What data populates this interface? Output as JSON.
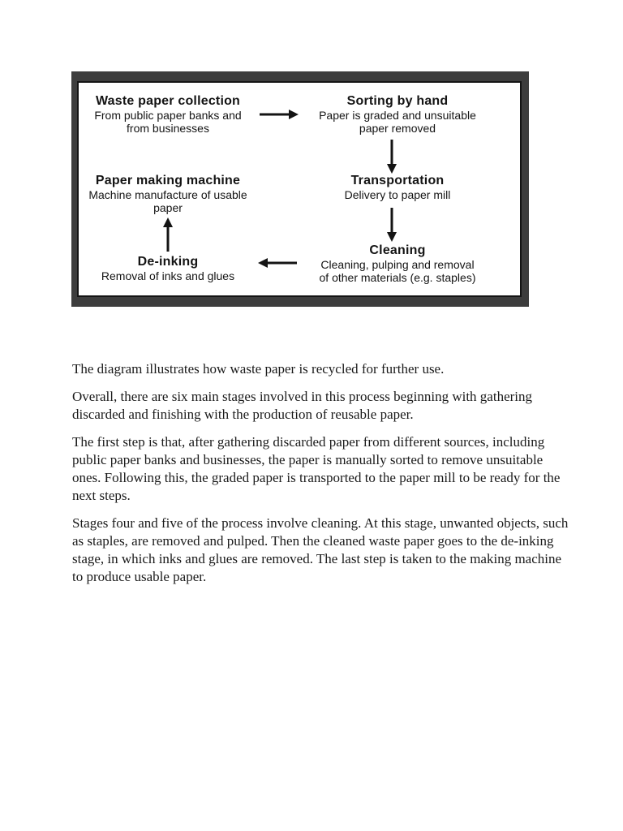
{
  "diagram": {
    "title_semantic": "Waste paper recycling process",
    "frame_color": "#3d3d3d",
    "nodes": [
      {
        "title": "Waste paper collection",
        "desc": [
          "From public paper banks and",
          "from businesses"
        ]
      },
      {
        "title": "Sorting by hand",
        "desc": [
          "Paper is graded and unsuitable",
          "paper removed"
        ]
      },
      {
        "title": "Paper making machine",
        "desc": [
          "Machine manufacture of usable",
          "paper"
        ]
      },
      {
        "title": "Transportation",
        "desc": [
          "Delivery to paper mill"
        ]
      },
      {
        "title": "De-inking",
        "desc": [
          "Removal of inks and glues"
        ]
      },
      {
        "title": "Cleaning",
        "desc": [
          "Cleaning, pulping and removal",
          "of other materials (e.g. staples)"
        ]
      }
    ],
    "arrows": [
      {
        "from": "Waste paper collection",
        "to": "Sorting by hand",
        "direction": "right"
      },
      {
        "from": "Sorting by hand",
        "to": "Transportation",
        "direction": "down"
      },
      {
        "from": "Transportation",
        "to": "Cleaning",
        "direction": "down"
      },
      {
        "from": "Cleaning",
        "to": "De-inking",
        "direction": "left"
      },
      {
        "from": "De-inking",
        "to": "Paper making machine",
        "direction": "up"
      }
    ]
  },
  "essay": {
    "paragraphs": [
      "The diagram illustrates how waste paper is recycled for further use.",
      "Overall, there are six main stages involved in this process beginning with gathering discarded and finishing with the production of reusable paper.",
      "The first step is that, after gathering discarded paper from different sources, including public paper banks and businesses, the paper is manually sorted to remove unsuitable ones. Following this, the graded paper is transported to the paper mill to be ready for the next steps.",
      "Stages four and five of the process involve cleaning. At this stage, unwanted objects, such as staples, are removed and pulped. Then the cleaned waste paper goes to the de-inking stage, in which inks and glues are removed. The last step is taken to the making machine to produce usable paper."
    ]
  },
  "colors": {
    "frame": "#3d3d3d",
    "text": "#1a1a1a",
    "background": "#ffffff"
  }
}
